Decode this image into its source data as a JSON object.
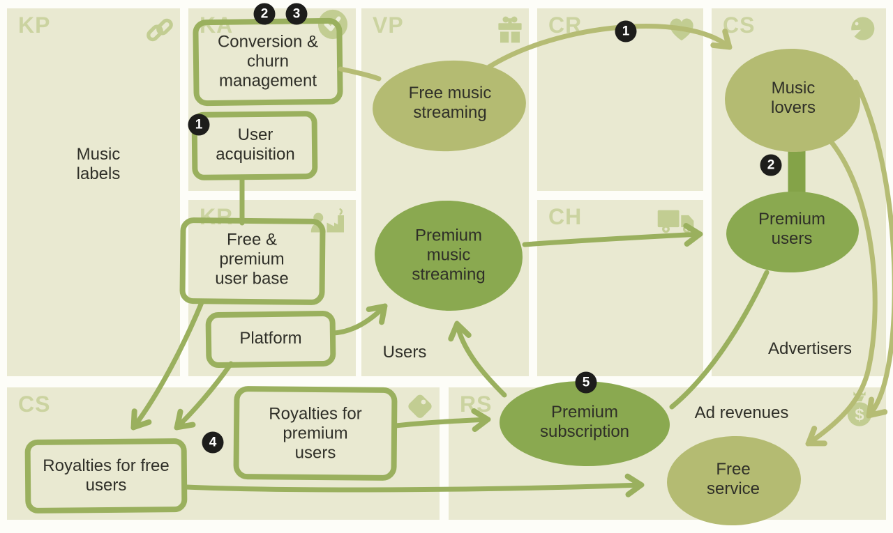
{
  "panels": {
    "kp": {
      "code": "KP",
      "icon": "link-icon"
    },
    "ka": {
      "code": "KA",
      "icon": "check-circle-icon"
    },
    "vp": {
      "code": "VP",
      "icon": "gift-icon"
    },
    "cr": {
      "code": "CR",
      "icon": "heart-icon"
    },
    "cs_right": {
      "code": "CS",
      "icon": "face-icon"
    },
    "kr": {
      "code": "KR",
      "icon": "user-factory-icon"
    },
    "ch": {
      "code": "CH",
      "icon": "truck-icon"
    },
    "cs_bottom": {
      "code": "CS",
      "icon": "tag-icon"
    },
    "rs": {
      "code": "RS",
      "icon": "money-bag-icon"
    }
  },
  "nodes": {
    "music_labels": "Music labels",
    "conversion_churn": "Conversion & churn management",
    "user_acquisition": "User acquisition",
    "free_music_streaming": "Free music streaming",
    "premium_music_streaming": "Premium music streaming",
    "users": "Users",
    "free_premium_user_base": "Free & premium user base",
    "platform": "Platform",
    "music_lovers": "Music lovers",
    "premium_users": "Premium users",
    "advertisers": "Advertisers",
    "royalties_free_users": "Royalties for free users",
    "royalties_premium_users": "Royalties for premium users",
    "premium_subscription": "Premium subscription",
    "ad_revenues": "Ad revenues",
    "free_service": "Free service"
  },
  "badges": {
    "user_acquisition_step": "1",
    "conversion_step_a": "2",
    "conversion_step_b": "3",
    "free_loop_step": "1",
    "premium_loop_step": "2",
    "royalties_step": "4",
    "subscription_step": "5"
  },
  "colors": {
    "panel_bg": "#e9e9d1",
    "panel_label": "#cbd3a0",
    "icon": "#c2cd92",
    "olive_blob": "#b4bb72",
    "green_blob": "#8aa950",
    "stroke_green": "#9ab05e",
    "stroke_olive": "#b5bc74",
    "trunk_green": "#84a348",
    "badge_bg": "#1d1d1b",
    "badge_text": "#ffffff",
    "text": "#2f2f28"
  }
}
